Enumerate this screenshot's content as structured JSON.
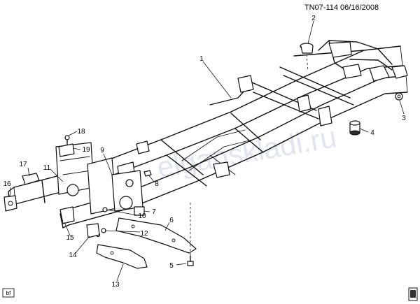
{
  "header": {
    "doc_id": "TN07-114 06/16/2008"
  },
  "watermark": "elganskladi.ru",
  "corner_tag": "bf",
  "callouts": {
    "c1": "1",
    "c2": "2",
    "c3": "3",
    "c4": "4",
    "c5": "5",
    "c6": "6",
    "c7": "7",
    "c8": "8",
    "c9": "9",
    "c10": "10",
    "c11": "11",
    "c12": "12",
    "c13": "13",
    "c14": "14",
    "c15": "15",
    "c16": "16",
    "c17": "17",
    "c18": "18",
    "c19": "19"
  }
}
